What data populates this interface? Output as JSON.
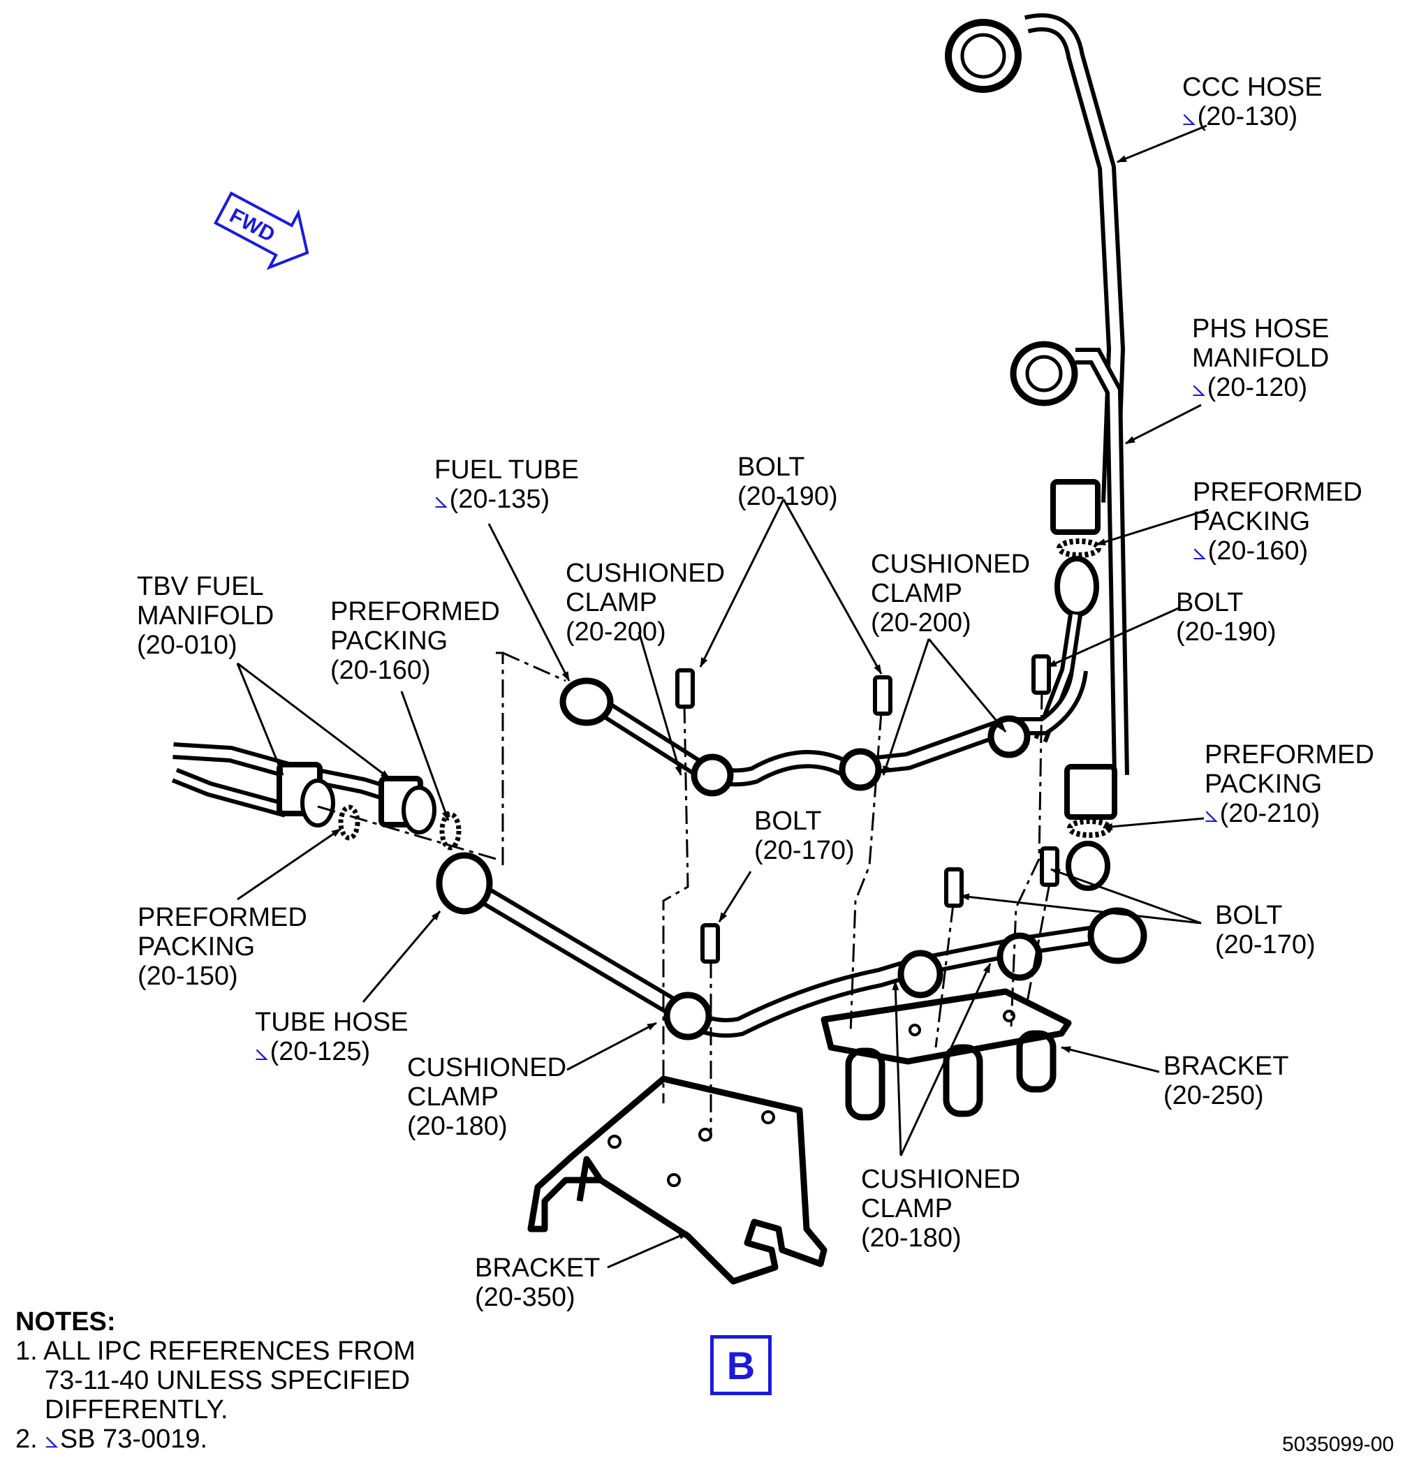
{
  "fwd_label": "FWD",
  "view_label": "B",
  "figure_number": "5035099-00",
  "sb_mark": "⦣",
  "callouts": {
    "ccc_hose": {
      "l1": "CCC HOSE",
      "ref": "(20-130)"
    },
    "phs_hose": {
      "l1": "PHS HOSE",
      "l2": "MANIFOLD",
      "ref": "(20-120)"
    },
    "fuel_tube": {
      "l1": "FUEL TUBE",
      "ref": "(20-135)"
    },
    "bolt_top": {
      "l1": "BOLT",
      "ref": "(20-190)"
    },
    "packing_right_160": {
      "l1": "PREFORMED",
      "l2": "PACKING",
      "ref": "(20-160)"
    },
    "cushion_left": {
      "l1": "CUSHIONED",
      "l2": "CLAMP",
      "ref": "(20-200)"
    },
    "cushion_right": {
      "l1": "CUSHIONED",
      "l2": "CLAMP",
      "ref": "(20-200)"
    },
    "bolt_right_190": {
      "l1": "BOLT",
      "ref": "(20-190)"
    },
    "tbv_manifold": {
      "l1": "TBV FUEL",
      "l2": "MANIFOLD",
      "ref": "(20-010)"
    },
    "packing_left_160": {
      "l1": "PREFORMED",
      "l2": "PACKING",
      "ref": "(20-160)"
    },
    "packing_210": {
      "l1": "PREFORMED",
      "l2": "PACKING",
      "ref": "(20-210)"
    },
    "bolt_170_mid": {
      "l1": "BOLT",
      "ref": "(20-170)"
    },
    "packing_150": {
      "l1": "PREFORMED",
      "l2": "PACKING",
      "ref": "(20-150)"
    },
    "bolt_170_right": {
      "l1": "BOLT",
      "ref": "(20-170)"
    },
    "tube_hose": {
      "l1": "TUBE HOSE",
      "ref": "(20-125)"
    },
    "cushion_180_left": {
      "l1": "CUSHIONED",
      "l2": "CLAMP",
      "ref": "(20-180)"
    },
    "bracket_250": {
      "l1": "BRACKET",
      "ref": "(20-250)"
    },
    "cushion_180_bottom": {
      "l1": "CUSHIONED",
      "l2": "CLAMP",
      "ref": "(20-180)"
    },
    "bracket_350": {
      "l1": "BRACKET",
      "ref": "(20-350)"
    }
  },
  "notes": {
    "heading": "NOTES:",
    "n1_a": "1. ALL IPC REFERENCES FROM",
    "n1_b": "73-11-40 UNLESS SPECIFIED",
    "n1_c": "DIFFERENTLY.",
    "n2_num": "2. ",
    "n2_text": "SB 73-0019."
  },
  "colors": {
    "ink": "#000000",
    "accent": "#1a1adc"
  }
}
